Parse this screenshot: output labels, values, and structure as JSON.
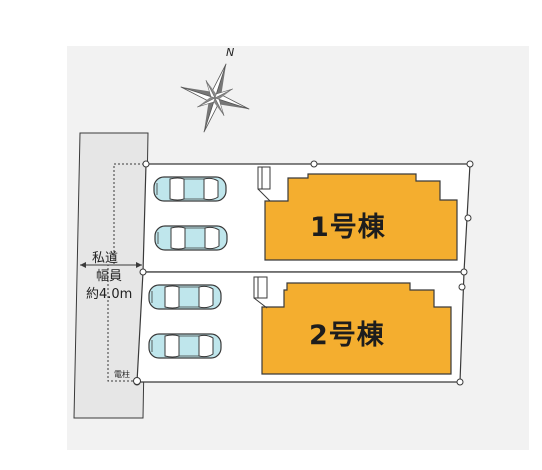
{
  "compass": {
    "north": "N",
    "icon": "compass-rose-icon"
  },
  "road": {
    "line1": "私道",
    "line2": "幅員",
    "line3": "約4.0m"
  },
  "pole": {
    "label": "電柱"
  },
  "buildings": [
    {
      "label": "1号棟"
    },
    {
      "label": "2号棟"
    }
  ],
  "colors": {
    "site": "#f2f2f2",
    "building": "#f4ae2f",
    "road": "#e6e6e6",
    "car": "#bfe6ec",
    "outline": "#3a3a3a"
  }
}
